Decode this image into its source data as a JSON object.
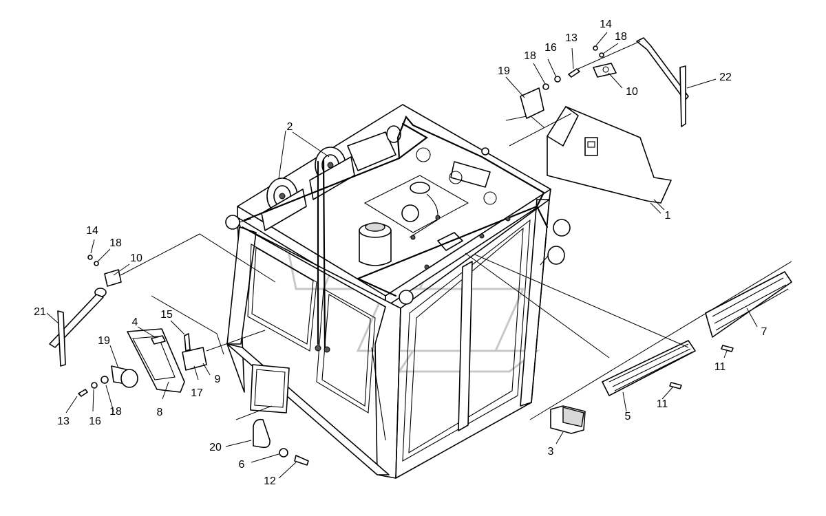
{
  "callouts": [
    {
      "id": "c1",
      "text": "1"
    },
    {
      "id": "c2",
      "text": "2"
    },
    {
      "id": "c3",
      "text": "3"
    },
    {
      "id": "c4",
      "text": "4"
    },
    {
      "id": "c5",
      "text": "5"
    },
    {
      "id": "c6",
      "text": "6"
    },
    {
      "id": "c7",
      "text": "7"
    },
    {
      "id": "c8",
      "text": "8"
    },
    {
      "id": "c9",
      "text": "9"
    },
    {
      "id": "c10a",
      "text": "10"
    },
    {
      "id": "c10b",
      "text": "10"
    },
    {
      "id": "c11a",
      "text": "11"
    },
    {
      "id": "c11b",
      "text": "11"
    },
    {
      "id": "c12",
      "text": "12"
    },
    {
      "id": "c13a",
      "text": "13"
    },
    {
      "id": "c13b",
      "text": "13"
    },
    {
      "id": "c14a",
      "text": "14"
    },
    {
      "id": "c14b",
      "text": "14"
    },
    {
      "id": "c15",
      "text": "15"
    },
    {
      "id": "c16a",
      "text": "16"
    },
    {
      "id": "c16b",
      "text": "16"
    },
    {
      "id": "c17",
      "text": "17"
    },
    {
      "id": "c18a",
      "text": "18"
    },
    {
      "id": "c18b",
      "text": "18"
    },
    {
      "id": "c18c",
      "text": "18"
    },
    {
      "id": "c19a",
      "text": "19"
    },
    {
      "id": "c19b",
      "text": "19"
    },
    {
      "id": "c20",
      "text": "20"
    },
    {
      "id": "c21",
      "text": "21"
    },
    {
      "id": "c22",
      "text": "22"
    }
  ],
  "colors": {
    "ink": "#000000",
    "paper": "#ffffff",
    "watermark": "#c8c8c8"
  }
}
